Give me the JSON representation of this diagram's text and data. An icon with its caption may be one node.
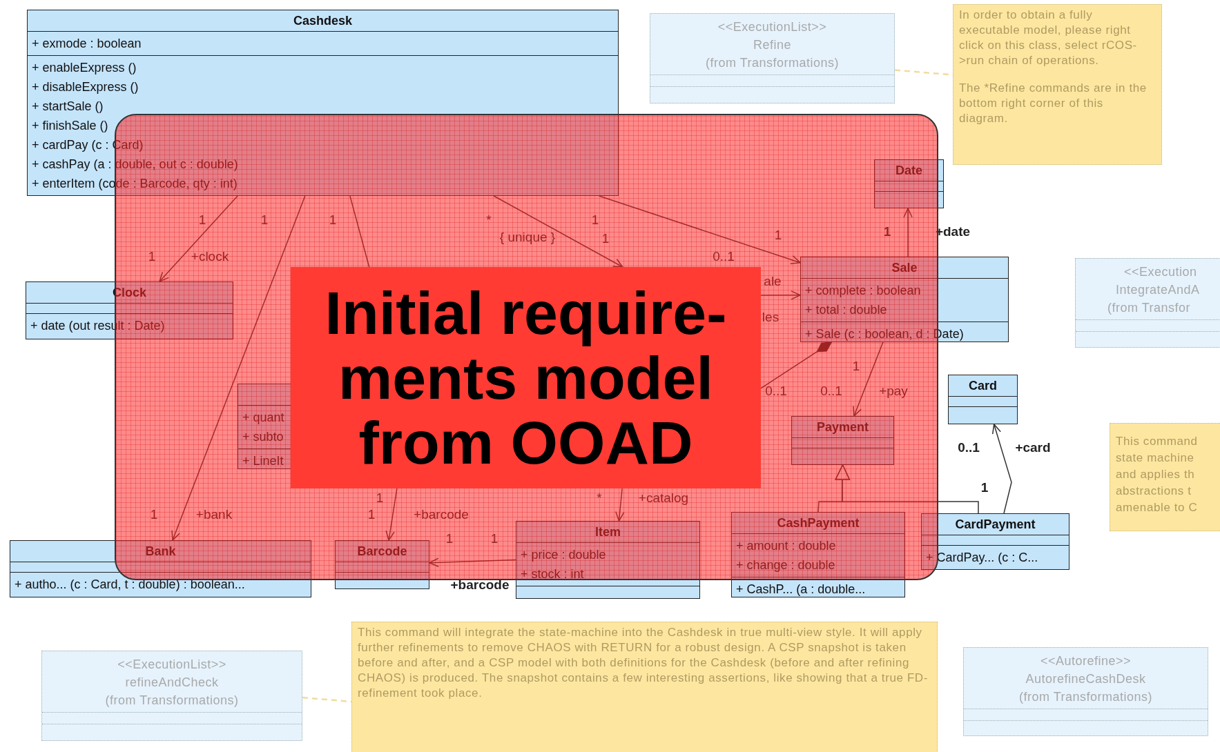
{
  "diagram": {
    "nodes": [
      {
        "text": [
          "Cashdesk",
          "+ exmode : boolean",
          "+ enableExpress ()",
          "+ disableExpress ()",
          "+ startSale ()",
          "+ finishSale ()",
          "+ cardPay (c : Card)",
          "+ cashPay (a : double, out c : double)",
          "+ enterItem (code : Barcode, qty : int)"
        ]
      },
      {
        "text": [
          "<<ExecutionList>>",
          "Refine",
          "(from Transformations)"
        ]
      },
      {
        "text": [
          "In order to obtain a fully executable model, please right click on this class, select rCOS->run chain of operations.",
          "The *Refine commands are in the bottom right corner of this diagram."
        ]
      },
      {
        "text": [
          "Date"
        ]
      },
      {
        "text": [
          "Clock",
          "+ date (out result : Date)"
        ]
      },
      {
        "text": [
          "Sale",
          "+ complete : boolean",
          "+ total : double",
          "+ Sale (c : boolean, d : Date)"
        ]
      },
      {
        "text": [
          "<<Execution",
          "IntegrateAndA",
          "(from Transfor"
        ]
      },
      {
        "text": [
          "Card"
        ]
      },
      {
        "text": [
          "+ quant",
          "+ subto",
          "+ LineIt"
        ]
      },
      {
        "text": [
          "Payment"
        ]
      },
      {
        "text": [
          "Bank",
          "+ autho... (c : Card, t : double) : boolean..."
        ]
      },
      {
        "text": [
          "Barcode"
        ]
      },
      {
        "text": [
          "Item",
          "+ price : double",
          "+ stock : int"
        ]
      },
      {
        "text": [
          "CashPayment",
          "+ amount : double",
          "+ change : double",
          "+ CashP... (a : double..."
        ]
      },
      {
        "text": [
          "CardPayment",
          "+ CardPay... (c : C..."
        ]
      },
      {
        "text": [
          "This command",
          "state machine",
          "and applies th",
          "abstractions t",
          "amenable to C"
        ]
      },
      {
        "text": [
          "<<ExecutionList>>",
          "refineAndCheck",
          "(from Transformations)"
        ]
      },
      {
        "text": [
          "This command will integrate the state-machine into the Cashdesk in true multi-view style. It will apply further refinements to remove CHAOS with RETURN for a robust design. A CSP snapshot is taken before and after, and a CSP model with both definitions for the Cashdesk (before and after refining CHAOS) is produced. The snapshot contains a few interesting assertions, like showing that a true FD-refinement took place."
        ]
      },
      {
        "text": [
          "<<Autorefine>>",
          "AutorefineCashDesk",
          "(from Transformations)"
        ]
      },
      {
        "text": [
          "Initial require-ments model from OOAD"
        ]
      }
    ],
    "edges": [
      {
        "from": 0,
        "to": 4,
        "arrow": "to"
      },
      {
        "from": 0,
        "to": 10,
        "arrow": "to"
      },
      {
        "from": 0,
        "to": 19,
        "arrow": "none"
      },
      {
        "from": 19,
        "to": 11,
        "arrow": "to"
      },
      {
        "from": 0,
        "to": 19,
        "arrow": "to"
      },
      {
        "from": 0,
        "to": 5,
        "arrow": "to"
      },
      {
        "from": 19,
        "to": 5,
        "arrow": "to"
      },
      {
        "from": 19,
        "to": 5,
        "arrow": "other"
      },
      {
        "from": 5,
        "to": 3,
        "arrow": "to"
      },
      {
        "from": 5,
        "to": 9,
        "arrow": "to"
      },
      {
        "from": 13,
        "to": 9,
        "arrow": "to"
      },
      {
        "from": 14,
        "to": 9,
        "arrow": "to"
      },
      {
        "from": 14,
        "to": 7,
        "arrow": "to"
      },
      {
        "from": 12,
        "to": 11,
        "arrow": "to"
      },
      {
        "from": 19,
        "to": 12,
        "arrow": "to"
      },
      {
        "from": 1,
        "to": 2,
        "arrow": "none",
        "style": "dashed",
        "color": "#f0dc9c"
      },
      {
        "from": 16,
        "to": 17,
        "arrow": "none",
        "style": "dashed",
        "color": "#f0dc9c"
      }
    ],
    "labels": [
      "1",
      "1",
      "1",
      "*",
      "{ unique }",
      "1",
      "1",
      "1",
      "+clock",
      "1",
      "0..1",
      "1",
      "+date",
      "ale",
      "les",
      "1",
      "0..1",
      "0..1",
      "+pay",
      "0..1",
      "+card",
      "1",
      "1",
      "+bank",
      "1",
      "1",
      "+barcode",
      "*",
      "+catalog",
      "1",
      "1",
      "+barcode"
    ]
  }
}
